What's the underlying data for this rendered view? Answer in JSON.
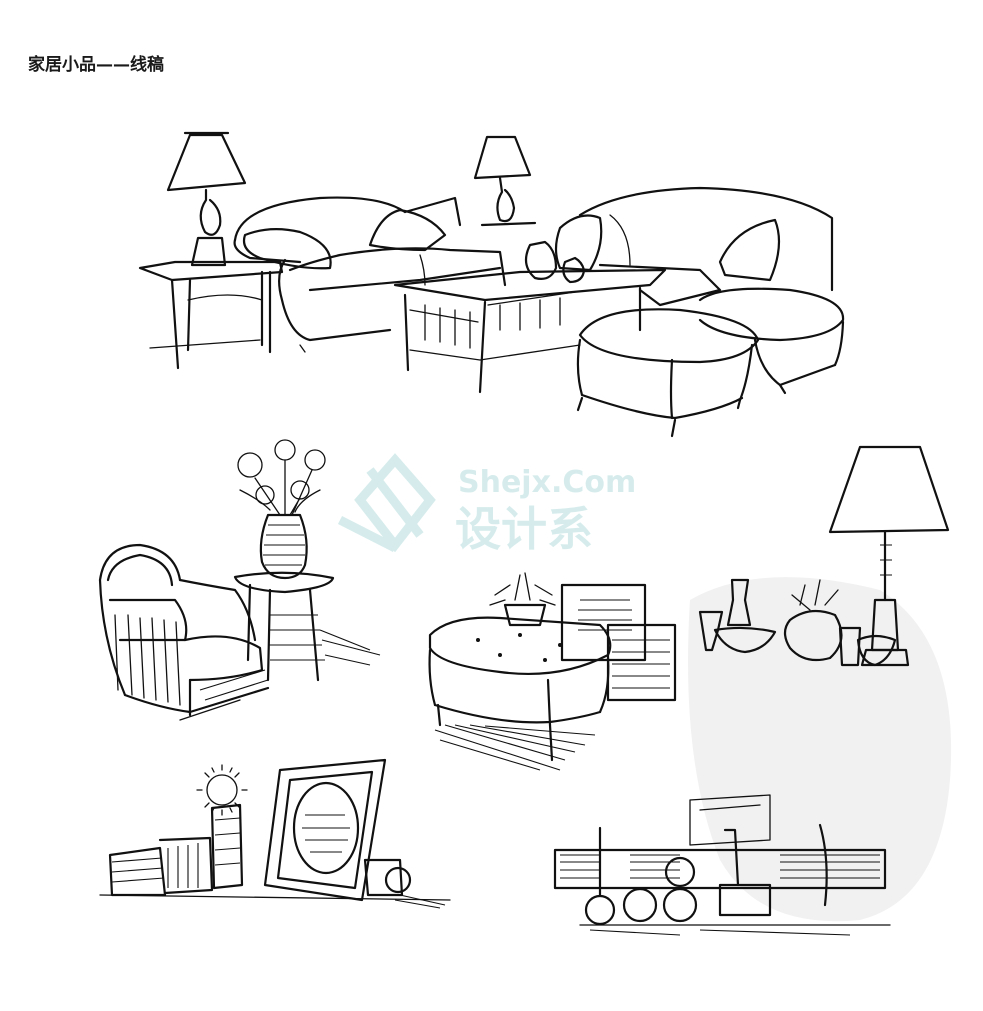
{
  "page": {
    "title": "家居小品——线稿"
  },
  "watermark": {
    "line1": "Shejx.Com",
    "line2": "设计系",
    "color": "#d6ecec"
  },
  "ink_color": "#111111",
  "background_color": "#ffffff"
}
